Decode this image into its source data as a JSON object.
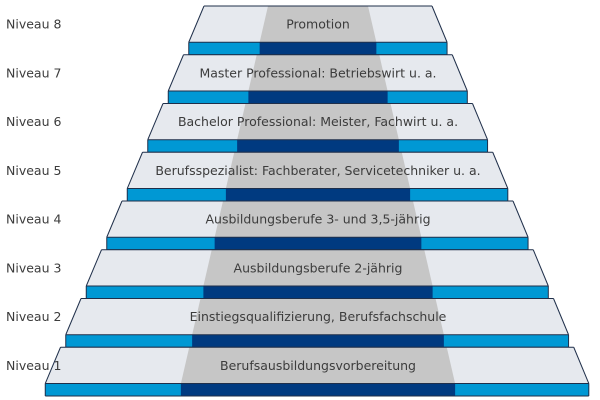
{
  "colors": {
    "tread_light": "#e6e9ee",
    "tread_dark": "#c6c6c6",
    "riser_light": "#0098d4",
    "riser_dark": "#003a80",
    "edge": "#1f2f4a",
    "label": "#3c3c3c"
  },
  "levels": [
    {
      "level_label": "Niveau 8",
      "step_label": "Promotion"
    },
    {
      "level_label": "Niveau 7",
      "step_label": "Master Professional: Betriebswirt u. a."
    },
    {
      "level_label": "Niveau 6",
      "step_label": "Bachelor Professional: Meister, Fachwirt u. a."
    },
    {
      "level_label": "Niveau 5",
      "step_label": "Berufsspezialist: Fachberater, Servicetechniker u. a."
    },
    {
      "level_label": "Niveau 4",
      "step_label": "Ausbildungsberufe 3- und 3,5-jährig"
    },
    {
      "level_label": "Niveau 3",
      "step_label": "Ausbildungsberufe 2-jährig"
    },
    {
      "level_label": "Niveau 2",
      "step_label": "Einstiegsqualifizierung, Berufsfachschule"
    },
    {
      "level_label": "Niveau 1",
      "step_label": "Berufsausbildungsvorbereitung"
    }
  ]
}
